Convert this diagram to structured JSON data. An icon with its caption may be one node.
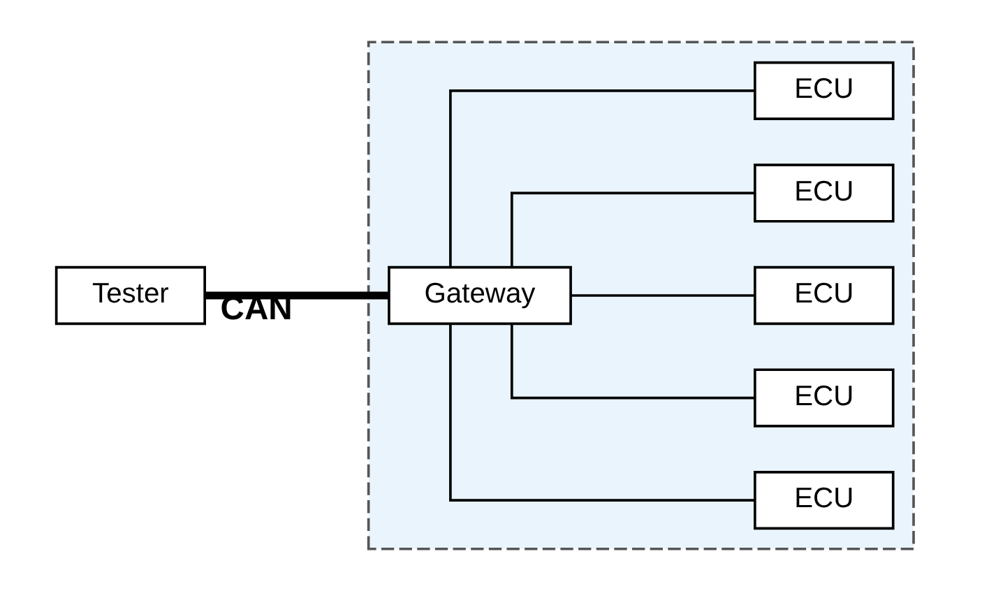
{
  "diagram": {
    "nodes": [
      {
        "text": [
          "Tester"
        ]
      },
      {
        "text": [],
        "shape": "box"
      },
      {
        "text": [
          "Gateway"
        ],
        "in": 1
      },
      {
        "text": [
          "ECU"
        ],
        "in": 1
      },
      {
        "text": [
          "ECU"
        ],
        "in": 1
      },
      {
        "text": [
          "ECU"
        ],
        "in": 1
      },
      {
        "text": [
          "ECU"
        ],
        "in": 1
      },
      {
        "text": [
          "ECU"
        ],
        "in": 1
      }
    ],
    "edges": [
      {
        "from": 0,
        "to": 2,
        "arrow": "none",
        "label": "CAN",
        "style": "thick"
      },
      {
        "from": 2,
        "to": 3,
        "arrow": "none"
      },
      {
        "from": 2,
        "to": 4,
        "arrow": "none"
      },
      {
        "from": 2,
        "to": 5,
        "arrow": "none"
      },
      {
        "from": 2,
        "to": 6,
        "arrow": "none"
      },
      {
        "from": 2,
        "to": 7,
        "arrow": "none"
      }
    ]
  }
}
